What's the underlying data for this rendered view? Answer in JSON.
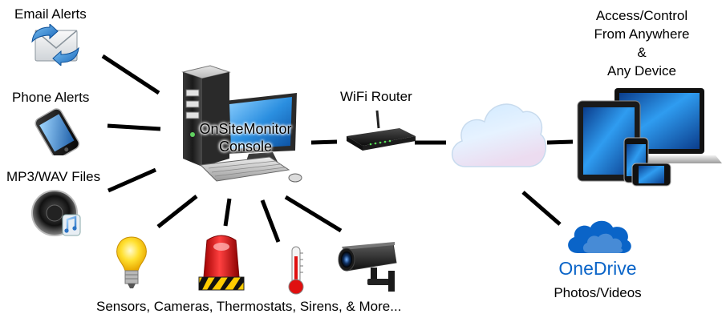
{
  "labels": {
    "email_alerts": "Email Alerts",
    "phone_alerts": "Phone Alerts",
    "mp3_wav": "MP3/WAV Files",
    "console_line1": "OnSiteMonitor",
    "console_line2": "Console",
    "wifi_router": "WiFi Router",
    "access_line1": "Access/Control",
    "access_line2": "From Anywhere",
    "access_line3": "&",
    "access_line4": "Any Device",
    "devices_caption": "Sensors, Cameras, Thermostats, Sirens, & More...",
    "onedrive": "OneDrive",
    "photos_videos": "Photos/Videos"
  },
  "icons": {
    "email": "email-icon",
    "phone": "phone-icon",
    "mp3": "audio-file-icon",
    "console": "computer-console-icon",
    "router": "wifi-router-icon",
    "cloud": "cloud-icon",
    "devices": "laptop-tablet-phone-icon",
    "bulb": "light-bulb-icon",
    "siren": "siren-icon",
    "thermometer": "thermometer-icon",
    "camera": "security-camera-icon",
    "onedrive": "onedrive-cloud-icon"
  },
  "colors": {
    "connector": "#000000",
    "onedrive_blue": "#0a64c8",
    "screen_blue": "#1e88e5",
    "siren_red": "#e01010"
  }
}
